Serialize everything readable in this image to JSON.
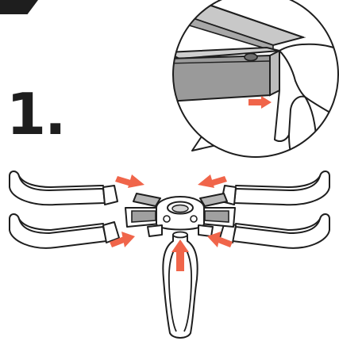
{
  "step": {
    "number": "1."
  },
  "colors": {
    "ink": "#1e1e1e",
    "arrow": "#f0654a",
    "metal_dark": "#9a9a9a",
    "metal_mid": "#b5b5b5",
    "metal_light": "#d4d4d4",
    "surface": "#ffffff"
  },
  "icons": {
    "corner_tab": "corner-tab-shape",
    "insert_arrow": "orange-arrow"
  }
}
